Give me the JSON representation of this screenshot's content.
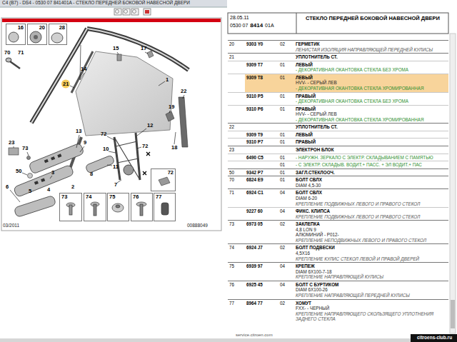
{
  "diagram": {
    "title": "СТЕКЛО ПЕРЕДНЕЙ БОКОВОЙ НАВЕСНОЙ ДВЕРИ",
    "nodes": [
      {
        "text": [
          "16"
        ]
      },
      {
        "text": [
          "20"
        ]
      },
      {
        "text": [
          "28"
        ]
      },
      {
        "text": [
          "72"
        ]
      },
      {
        "text": [
          "73"
        ]
      },
      {
        "text": [
          "74"
        ]
      },
      {
        "text": [
          "75"
        ]
      },
      {
        "text": [
          "76"
        ]
      },
      {
        "text": [
          "77"
        ]
      }
    ],
    "labels": [
      "C4 (B7) - DS4 - 0530 07 841401A - СТЕКЛО ПЕРЕДНЕЙ БОКОВОЙ НАВЕСНОЙ ДВЕРИ",
      "70",
      "71",
      "15",
      "17",
      "14",
      "21",
      "1",
      "22",
      "19",
      "13",
      "12",
      "72",
      "72",
      "18",
      "23",
      "73",
      "9",
      "10",
      "11",
      "8",
      "50",
      "3",
      "6",
      "7",
      "5",
      "4",
      "2",
      "03/2011",
      "00888049",
      "service.citroen.com",
      "28.05.11",
      "0530 07",
      "8414",
      "01A",
      "20",
      "9303 Y0",
      "02",
      "ГЕРМЕТИК",
      "ЛЕНИСТАЯ ИЗОЛЯЦИЯ НАПРАВЛЯЮЩЕЙ ПЕРЕДНЕЙ КУЛИСЫ",
      "21",
      "УПЛОТНИТЕЛЬ СТ.",
      "9309 T7",
      "01",
      "ЛЕВЫЙ",
      "- ДЕКОРАТИВНАЯ ОКАНТОВКА СТЕКЛА БЕЗ ХРОМА",
      "9309 T8",
      "01",
      "ЛЕВЫЙ",
      "HVV- - СЕРЫЙ ЛЕВ",
      "- ДЕКОРАТИВНАЯ ОКАНТОВКА СТЕКЛА ХРОМИРОВАННАЯ",
      "9310 P5",
      "01",
      "ПРАВЫЙ",
      "- ДЕКОРАТИВНАЯ ОКАНТОВКА СТЕКЛА БЕЗ ХРОМА",
      "9310 P6",
      "01",
      "ПРАВЫЙ",
      "HVV- - СЕРЫЙ ЛЕВ",
      "- ДЕКОРАТИВНАЯ ОКАНТОВКА СТЕКЛА ХРОМИРОВАННАЯ",
      "22",
      "УПЛОТНИТЕЛЬ СТ.",
      "9309 T9",
      "01",
      "ЛЕВЫЙ",
      "9310 P7",
      "01",
      "ПРАВЫЙ",
      "23",
      "ЭЛЕКТРОН БЛОК",
      "6490 C5",
      "01",
      "- НАРУЖН. ЗЕРКАЛО С ЭЛЕКТР. СКЛАДЫВАНИЕМ С ПАМЯТЬЮ",
      "01",
      "- С ЭЛЕКТР. СКЛАДЫВ. ВОДИТ.+ ПАСС. + ЭЛ ВОДИТ.+ ПАС",
      "50",
      "9342 P7",
      "01",
      "ЗАГЛ.СТЕКЛООЧ.",
      "70",
      "6824 E9",
      "01",
      "БОЛТ СВЛХ",
      "DIAM 4,5-30",
      "71",
      "6924 C1",
      "04",
      "БОЛТ СВЛХ",
      "DIAM 6-20",
      "КРЕПЛЕНИЕ ПОДВИЖНЫХ ЛЕВОГО И ПРАВОГО СТЕКОЛ",
      "9227 60",
      "04",
      "ФИКС. КЛИПСА",
      "КРЕПЛЕНИЕ ПОДВИЖНЫХ ЛЕВОГО И ПРАВОГО СТЕКОЛ",
      "73",
      "6973 05",
      "02",
      "ЗАКЛЕПКА",
      "4,8 LON 9",
      "АЛЮМИНИЙ - P012-",
      "КРЕПЛЕНИЕ НЕПОДВИЖНЫХ ЛЕВОГО И ПРАВОГО СТЕКОЛ",
      "74",
      "6924 J7",
      "02",
      "БОЛТ ПОДВЕСКИ",
      "4,5X16",
      "КРЕПЛЕНИЕ КУЛИС СТЕКОЛ ЛЕВОЙ И ПРАВОЙ ДВЕРЕЙ",
      "75",
      "6939 97",
      "04",
      "КРЕПЕЖ",
      "DIAM 6X100-7-18",
      "КРЕПЛЕНИЕ НАПРАВЛЯЮЩЕЙ КУЛИСЫ",
      "76",
      "6925 45",
      "04",
      "БОЛТ С БУРТИКОМ",
      "DIAM 6X100-26",
      "КРЕПЛЕНИЕ НАПРАВЛЯЮЩЕЙ ПЕРЕДНЕЙ КУЛИСЫ",
      "77",
      "8964 77",
      "02",
      "ХОМУТ",
      "FXX- - ЧЕРНЫЙ",
      "КРЕПЛЕНИЕ НАПРАВЛЯЮЩЕГО СКОЛЬЗЯЩЕГО УПЛОТНЕНИЯ ЗАДНЕГО СТЕКЛА",
      "citroens-club.ru"
    ]
  }
}
